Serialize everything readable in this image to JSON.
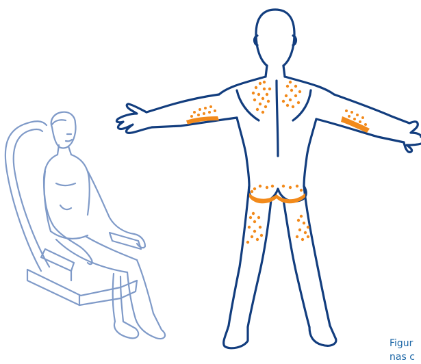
{
  "figure": {
    "caption_line_1": "Figur",
    "caption_line_2": "nas c"
  },
  "colors": {
    "standing_outline": "#123d7e",
    "seated_outline": "#7f9ac8",
    "rash_dots": "#f28a1b",
    "caption_text": "#1b66a6",
    "background": "#ffffff"
  },
  "icons": {
    "seated_figure": "seated-man-in-chair-illustration",
    "standing_figure": "standing-man-back-view-illustration",
    "rash_pattern": "orange-dot-cluster"
  }
}
